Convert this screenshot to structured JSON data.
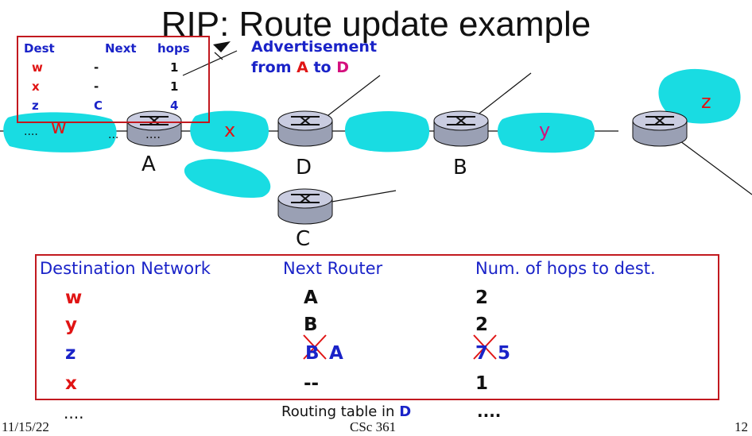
{
  "title": "RIP: Route update example",
  "advertisement": {
    "headers": [
      "Dest",
      "Next",
      "hops"
    ],
    "rows": [
      {
        "dest": "w",
        "next": "-",
        "hops": "1"
      },
      {
        "dest": "x",
        "next": "-",
        "hops": "1"
      },
      {
        "dest": "z",
        "next": "C",
        "hops": "4"
      }
    ],
    "note_prefix": "Advertisement",
    "note_from": "from ",
    "note_a": "A",
    "note_to": " to ",
    "note_d": "D"
  },
  "routers": {
    "a": "A",
    "d": "D",
    "b": "B",
    "c": "C",
    "a_dots": "...."
  },
  "networks": {
    "w": "w",
    "x": "x",
    "y": "y",
    "z": "z"
  },
  "left_dots": {
    "first": "....",
    "second": "..."
  },
  "routing_table": {
    "headers": [
      "Destination Network",
      "Next Router",
      "Num. of hops to dest."
    ],
    "rows": [
      {
        "dest": "w",
        "next": "A",
        "hops": "2"
      },
      {
        "dest": "y",
        "next": "B",
        "hops": "2"
      },
      {
        "dest": "z",
        "next_old": "B",
        "next": "A",
        "hops_old": "7",
        "hops": "5"
      },
      {
        "dest": "x",
        "next": "--",
        "hops": "1"
      }
    ],
    "dots_left": "....",
    "caption_prefix": "Routing table in ",
    "caption_d": "D",
    "dots_right": "...."
  },
  "footer": {
    "date": "11/15/22",
    "course": "CSc 361",
    "page": "12"
  },
  "colors": {
    "red": "#e01414",
    "blue": "#1a23c8",
    "pink": "#d40f7d",
    "cyan": "#19dce2",
    "box": "#c2191f"
  }
}
